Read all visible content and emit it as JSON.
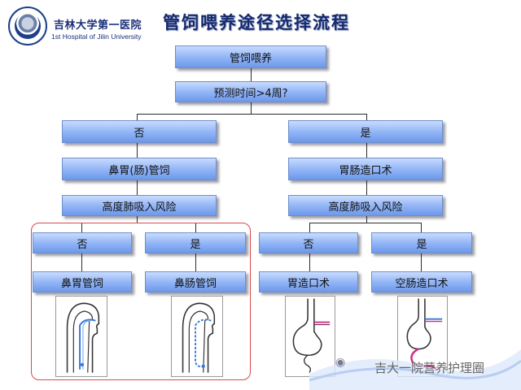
{
  "header": {
    "org_cn": "吉林大学第一医院",
    "org_en": "1st Hospital of Jilin University",
    "title": "管饲喂养途径选择流程"
  },
  "flow": {
    "root": "管饲喂养",
    "question": "预测时间>4周?",
    "left": {
      "answer": "否",
      "route": "鼻胃(肠)管饲",
      "risk": "高度肺吸入风险",
      "no": "否",
      "yes": "是",
      "no_result": "鼻胃管饲",
      "yes_result": "鼻肠管饲"
    },
    "right": {
      "answer": "是",
      "route": "胃肠造口术",
      "risk": "高度肺吸入风险",
      "no": "否",
      "yes": "是",
      "no_result": "胃造口术",
      "yes_result": "空肠造口术"
    }
  },
  "footer": {
    "watermark_text": "吉大一院营养护理圈"
  },
  "colors": {
    "box_top": "#c8dbff",
    "box_bottom": "#6d98ea",
    "title": "#152a6e",
    "highlight_border": "#d94a4a",
    "tube_blue": "#3a78d8",
    "tube_magenta": "#d0308a"
  },
  "icons": [
    "hospital-seal-icon",
    "wechat-icon"
  ]
}
